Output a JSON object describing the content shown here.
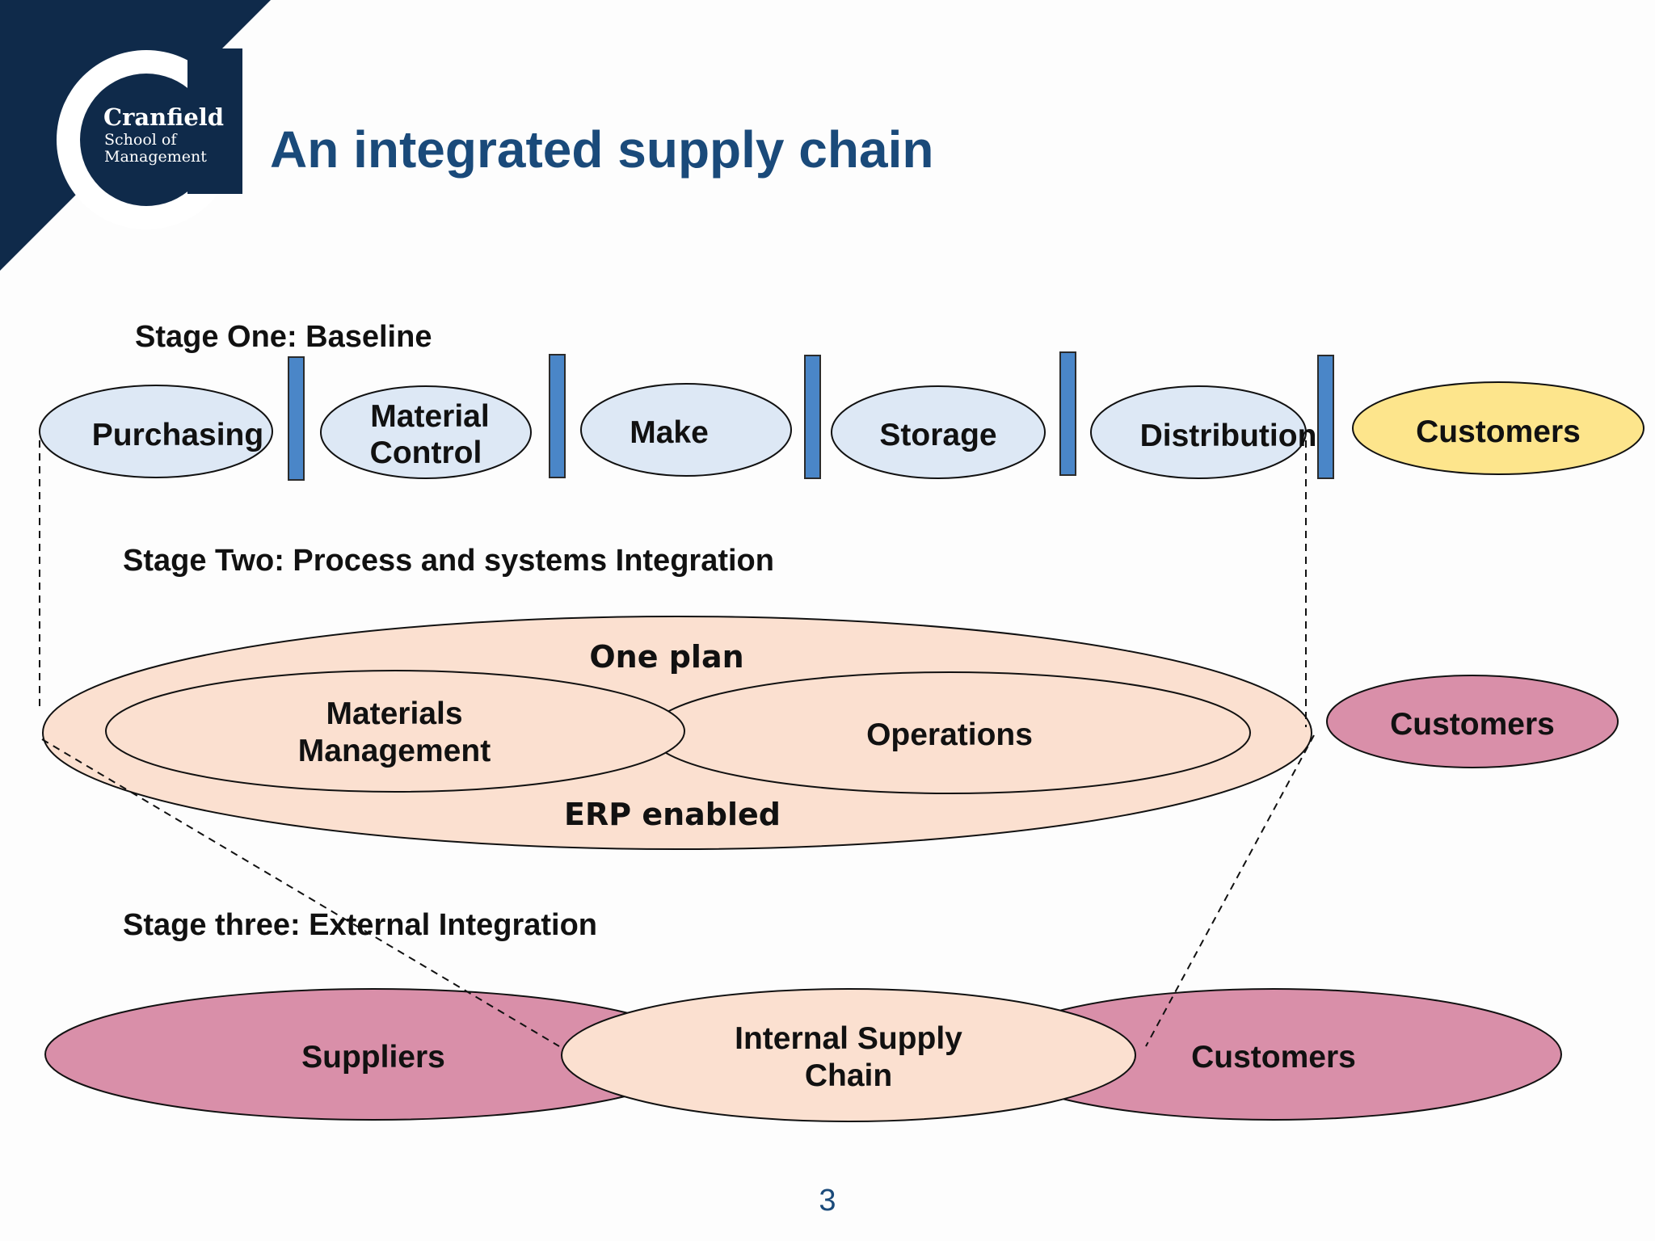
{
  "title": "An integrated supply chain",
  "logo": {
    "line1": "Cranfield",
    "line2": "School of",
    "line3": "Management"
  },
  "stage_one": {
    "label": "Stage One:  Baseline",
    "nodes": [
      "Purchasing",
      "Material",
      "Control",
      "Make",
      "Storage",
      "Distribution",
      "Customers"
    ]
  },
  "stage_two": {
    "label": "Stage Two:  Process and systems  Integration",
    "one_plan": "One plan",
    "erp": "ERP enabled",
    "materials_line1": "Materials",
    "materials_line2": "Management",
    "operations": "Operations",
    "customers": "Customers"
  },
  "stage_three": {
    "label": "Stage three:  External Integration",
    "suppliers": "Suppliers",
    "internal_line1": "Internal Supply",
    "internal_line2": "Chain",
    "customers": "Customers"
  },
  "page_number": "3",
  "colors": {
    "navy": "#0f2a4a",
    "title_blue": "#1a4a7a",
    "pale_blue": "#dde8f5",
    "divider_blue": "#4a86c8",
    "yellow": "#fde58c",
    "peach": "#fbe0d0",
    "pink": "#d98fa9"
  }
}
